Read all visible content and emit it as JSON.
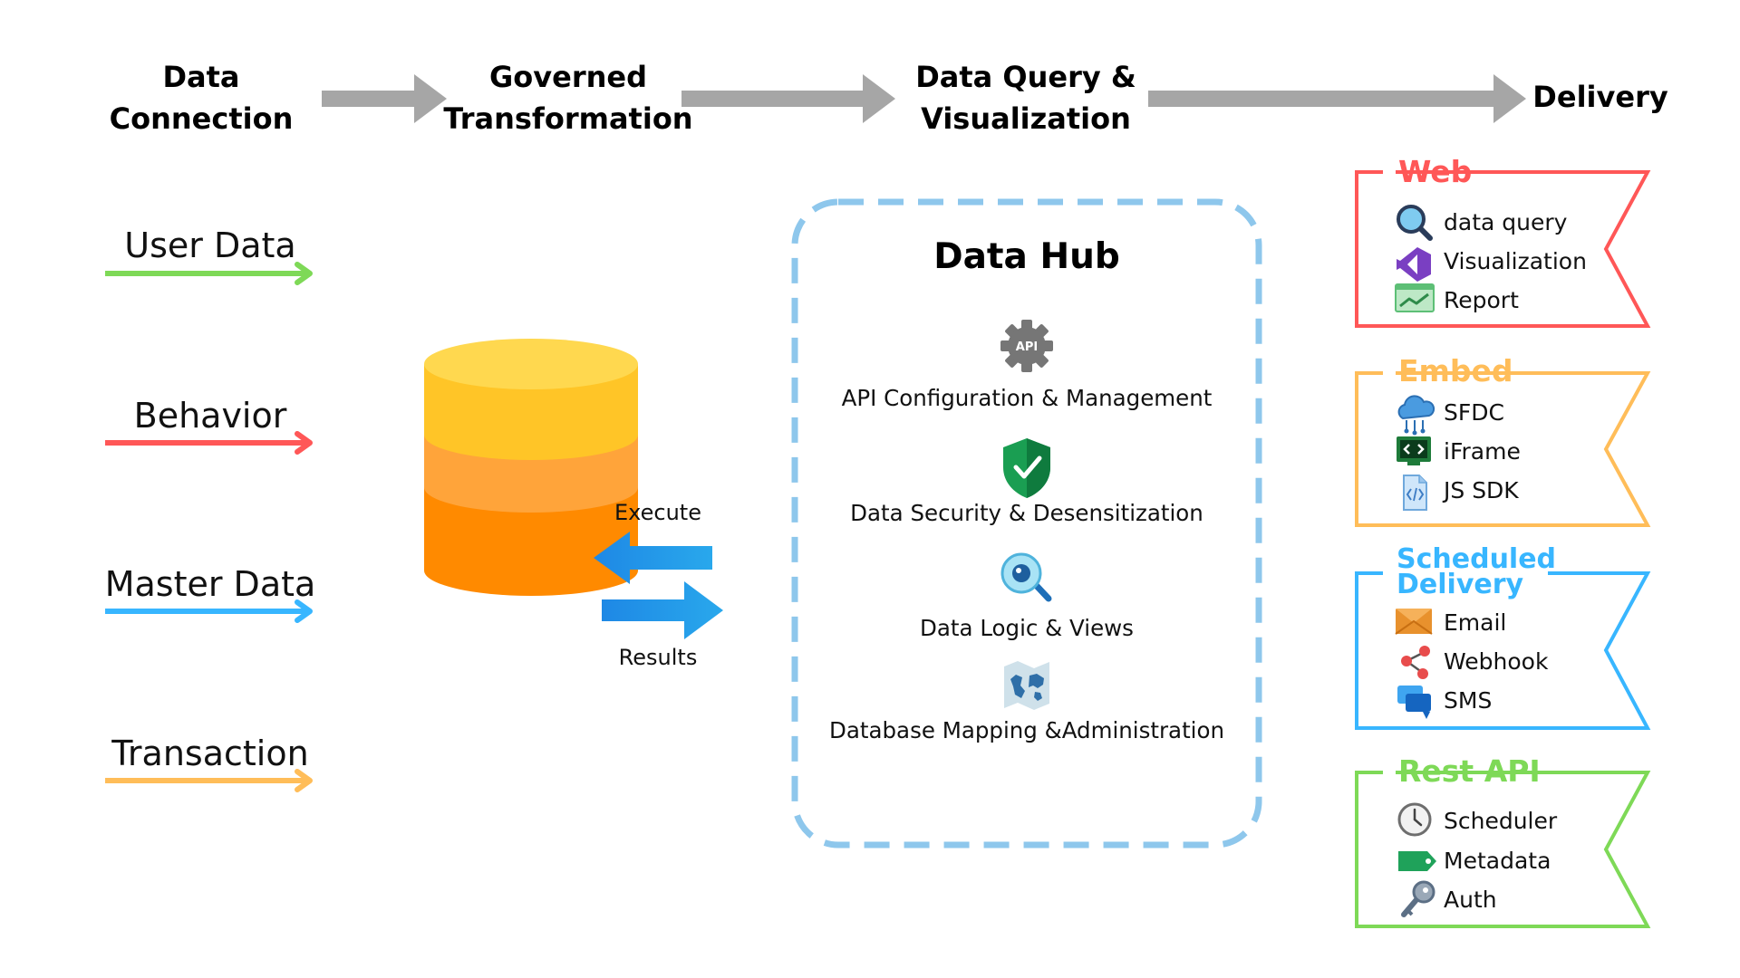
{
  "pipeline": {
    "stages": [
      {
        "line1": "Data",
        "line2": "Connection"
      },
      {
        "line1": "Governed",
        "line2": "Transformation"
      },
      {
        "line1": "Data Query &",
        "line2": "Visualization"
      },
      {
        "line1": "Delivery",
        "line2": ""
      }
    ]
  },
  "sources": [
    {
      "label": "User Data",
      "color": "#7ED957"
    },
    {
      "label": "Behavior",
      "color": "#FF5757"
    },
    {
      "label": "Master Data",
      "color": "#38B6FF"
    },
    {
      "label": "Transaction",
      "color": "#FFBD59"
    }
  ],
  "exchange": {
    "execute_label": "Execute",
    "results_label": "Results"
  },
  "hub": {
    "title": "Data Hub",
    "items": [
      {
        "label": "API Configuration & Management",
        "icon": "api-gear-icon"
      },
      {
        "label": "Data Security & Desensitization",
        "icon": "shield-check-icon"
      },
      {
        "label": "Data Logic & Views",
        "icon": "magnifier-eye-icon"
      },
      {
        "label": "Database Mapping &Administration",
        "icon": "map-icon"
      }
    ]
  },
  "delivery": {
    "channels": [
      {
        "title_line1": "Web",
        "title_line2": "",
        "color": "#FF5757",
        "items": [
          {
            "label": "data query",
            "icon": "search-icon"
          },
          {
            "label": "Visualization",
            "icon": "visual-studio-icon"
          },
          {
            "label": "Report",
            "icon": "report-chart-icon"
          }
        ]
      },
      {
        "title_line1": "Embed",
        "title_line2": "",
        "color": "#FFBD59",
        "items": [
          {
            "label": "SFDC",
            "icon": "cloud-network-icon"
          },
          {
            "label": "iFrame",
            "icon": "code-monitor-icon"
          },
          {
            "label": "JS SDK",
            "icon": "code-file-icon"
          }
        ]
      },
      {
        "title_line1": "Scheduled",
        "title_line2": "Delivery",
        "color": "#38B6FF",
        "items": [
          {
            "label": "Email",
            "icon": "email-icon"
          },
          {
            "label": "Webhook",
            "icon": "webhook-icon"
          },
          {
            "label": "SMS",
            "icon": "chat-icon"
          }
        ]
      },
      {
        "title_line1": "Rest API",
        "title_line2": "",
        "color": "#7ED957",
        "items": [
          {
            "label": "Scheduler",
            "icon": "clock-icon"
          },
          {
            "label": "Metadata",
            "icon": "tag-icon"
          },
          {
            "label": "Auth",
            "icon": "key-icon"
          }
        ]
      }
    ]
  }
}
